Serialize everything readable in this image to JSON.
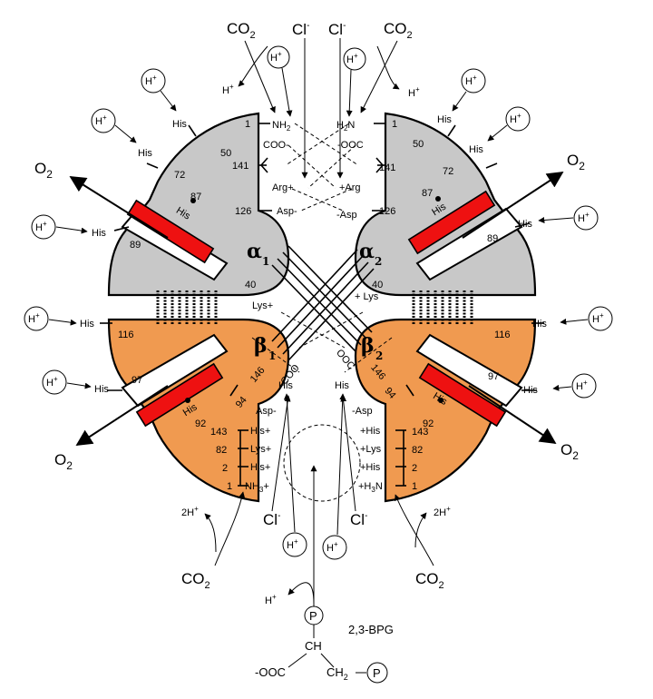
{
  "colors": {
    "alpha": "#c8c8c8",
    "beta": "#f09a50",
    "heme": "#ee1111"
  },
  "subunits": {
    "alpha1": {
      "g": "α",
      "s": "1"
    },
    "alpha2": {
      "g": "α",
      "s": "2"
    },
    "beta1": {
      "g": "β",
      "s": "1"
    },
    "beta2": {
      "g": "β",
      "s": "2"
    }
  },
  "texts": {
    "co2": "CO",
    "co2_sub": "2",
    "cl": "Cl",
    "cl_sup": "-",
    "h": "H",
    "plus": "+",
    "o2": "O",
    "o2_sub": "2",
    "his": "His",
    "nh2_l": "NH",
    "nh2_sub": "2",
    "h2n_r": "H",
    "h2n_r2": "N",
    "coo_l": "COO-",
    "ooc_r": "-OOC",
    "argp_l": "Arg+",
    "argp_r": "+Arg",
    "asp_l": "Asp-",
    "asp_r": "-Asp",
    "lys_l": "Lys+",
    "lys_r": "+ Lys",
    "coo_b": "COO",
    "ooc_b": "OOC",
    "hisp_l": "His+",
    "hisp_r": "+His",
    "lysp_l": "Lys+",
    "lysp_r": "+Lys",
    "nh3_l": "NH",
    "nh3_sub": "3",
    "nh3_plus": "+",
    "h3n_r": "+H",
    "h3n_r2": "N",
    "n1": "1",
    "n50": "50",
    "n72": "72",
    "n141": "141",
    "n126": "126",
    "n87": "87",
    "n89": "89",
    "n40": "40",
    "n116": "116",
    "n97": "97",
    "n146": "146",
    "n94": "94",
    "n92": "92",
    "n143": "143",
    "n82": "82",
    "n2": "2",
    "two_h": "2H",
    "bpg": "2,3-BPG",
    "p": "P",
    "ch": "CH",
    "ooc_bpg": "-OOC",
    "ch2": "CH",
    "ch2_sub": "2"
  }
}
